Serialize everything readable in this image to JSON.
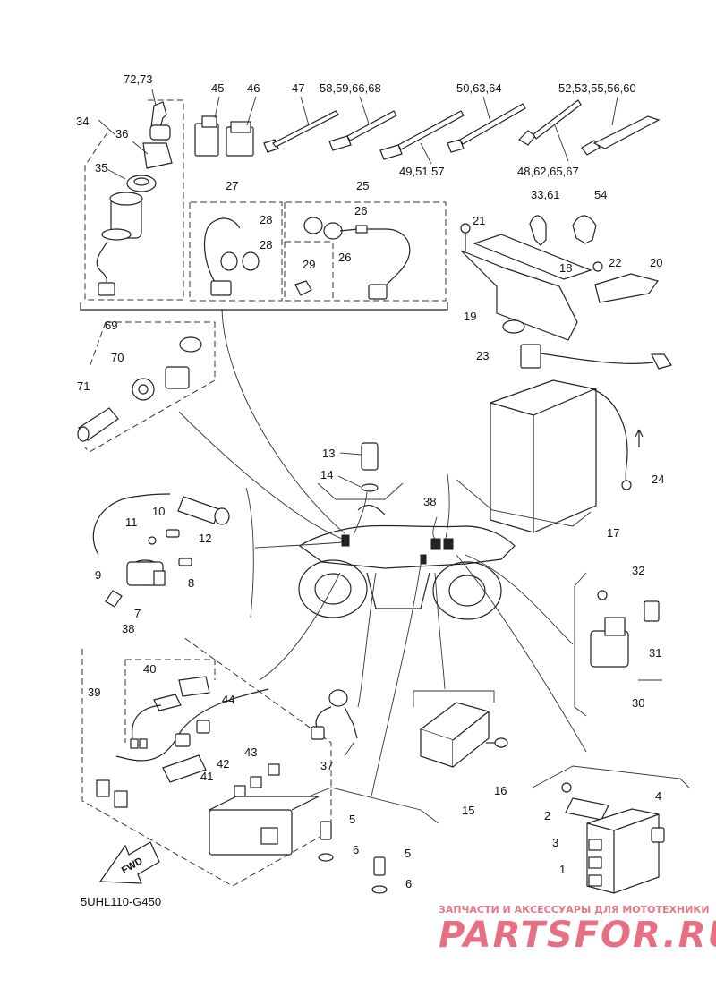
{
  "diagram_code": "5UHL110-G450",
  "watermark": {
    "tagline": "ЗАПЧАСТИ И АКСЕССУАРЫ ДЛЯ МОТОТЕХНИКИ",
    "brand": "PARTSFOR.RU",
    "color": "#e76f83"
  },
  "fwd_label": "FWD",
  "callouts": {
    "c72_73": "72,73",
    "c34": "34",
    "c36": "36",
    "c35": "35",
    "c45": "45",
    "c46": "46",
    "c47": "47",
    "c58": "58,59,66,68",
    "c50": "50,63,64",
    "c52": "52,53,55,56,60",
    "c49": "49,51,57",
    "c48": "48,62,65,67",
    "c33": "33,61",
    "c54": "54",
    "c27": "27",
    "c28a": "28",
    "c28b": "28",
    "c25": "25",
    "c26a": "26",
    "c26b": "26",
    "c29": "29",
    "c21": "21",
    "c22": "22",
    "c20": "20",
    "c18": "18",
    "c19": "19",
    "c23": "23",
    "c24": "24",
    "c17": "17",
    "c69": "69",
    "c70": "70",
    "c71": "71",
    "c13": "13",
    "c14": "14",
    "c38a": "38",
    "c10": "10",
    "c11": "11",
    "c12": "12",
    "c9": "9",
    "c8": "8",
    "c7": "7",
    "c32": "32",
    "c31": "31",
    "c30": "30",
    "c38b": "38",
    "c40": "40",
    "c39": "39",
    "c44": "44",
    "c43": "43",
    "c42": "42",
    "c41": "41",
    "c37": "37",
    "c15": "15",
    "c16": "16",
    "c5a": "5",
    "c6a": "6",
    "c5b": "5",
    "c6b": "6",
    "c4": "4",
    "c2": "2",
    "c3": "3",
    "c1": "1"
  }
}
